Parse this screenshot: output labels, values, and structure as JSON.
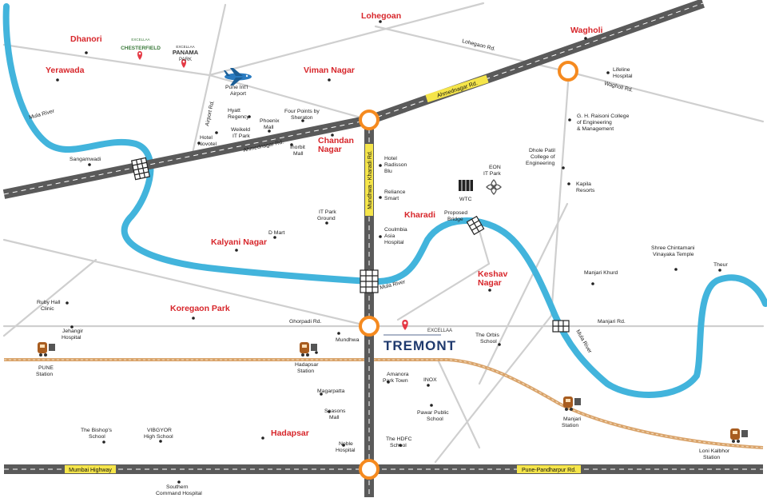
{
  "colors": {
    "river": "#42b4dc",
    "road": "#d0d0d0",
    "highway": "#555555",
    "junction": "#f58a1f",
    "highlight": "#f5e54a",
    "rail": "#d9a36a",
    "area": "#d7262b",
    "pin": "#e53945",
    "brand": "#1f3a6e"
  },
  "areas": {
    "lohegoan": "Lohegoan",
    "wagholi": "Wagholi",
    "dhanori": "Dhanori",
    "yerawada": "Yerawada",
    "viman_nagar": "Viman Nagar",
    "chandan_nagar": [
      "Chandan",
      "Nagar"
    ],
    "kharadi": "Kharadi",
    "kalyani_nagar": "Kalyani Nagar",
    "keshav_nagar": [
      "Keshav",
      "Nagar"
    ],
    "koregaon_park": "Koregaon Park",
    "hadapsar": "Hadapsar"
  },
  "places": {
    "lifeline": [
      "Lifeline",
      "Hospital"
    ],
    "airport": [
      "Pune Int'l",
      "Airport"
    ],
    "hyatt": [
      "Hyatt",
      "Regency"
    ],
    "four_points": [
      "Four Points by",
      "Sheraton"
    ],
    "phoenix": [
      "Phoenix",
      "Mall"
    ],
    "weikfield": [
      "Weikeld",
      "IT Park"
    ],
    "novotel": [
      "Hotel",
      "Novotel"
    ],
    "inorbit": [
      "Inorbit",
      "Mall"
    ],
    "raisoni": [
      "G. H. Raisoni College",
      "of Engineering",
      "& Management"
    ],
    "sangamwadi": "Sangamwadi",
    "radisson": [
      "Hotel",
      "Radisson",
      "Blu"
    ],
    "dhole_patil": [
      "Dhole Patil",
      "College of",
      "Engineering"
    ],
    "eon": [
      "EON",
      "IT Park"
    ],
    "wtc": "WTC",
    "kapila": [
      "Kapila",
      "Resorts"
    ],
    "reliance": [
      "Reliance",
      "Smart"
    ],
    "it_park_ground": [
      "IT Park",
      "Ground"
    ],
    "proposed_bridge": [
      "Proposed",
      "Bridge"
    ],
    "dmart": "D Mart",
    "coulmbia": [
      "Coulmbia",
      "Asia",
      "Hospital"
    ],
    "chintamani": [
      "Shree Chintamani",
      "Vinayaka Temple"
    ],
    "theur": "Theur",
    "manjari_khurd": "Manjari Khurd",
    "ruby_hall": [
      "Ruby Hall",
      "Clinic"
    ],
    "jehangir": [
      "Jehangir",
      "Hospital"
    ],
    "mundhwa": "Mundhwa",
    "orbis": [
      "The Orbis",
      "School"
    ],
    "pune_station": [
      "PUNE",
      "Station"
    ],
    "hadapsar_station": [
      "Hadapsar",
      "Station"
    ],
    "amanora": [
      "Amanora",
      "Park Town"
    ],
    "inox": "INOX",
    "magarpatta": "Magarpatta",
    "seasons": [
      "Seasons",
      "Mall"
    ],
    "pawar": [
      "Pawar Public",
      "School"
    ],
    "manjari_station": [
      "Manjari",
      "Station"
    ],
    "bishops": [
      "The Bishop's",
      "School"
    ],
    "vibgyor": [
      "VIBGYOR",
      "High School"
    ],
    "noble": [
      "Noble",
      "Hospital"
    ],
    "hdfc": [
      "The HDFC",
      "School"
    ],
    "loni": [
      "Loni Kalbhor",
      "Station"
    ],
    "southern": [
      "Southern",
      "Command Hospital"
    ]
  },
  "roads": {
    "lohegaon_rd": "Lohegaon Rd.",
    "wagholi_rd": "Wagholi Rd.",
    "airport_rd": "Airport Rd.",
    "ahmednagar_rd_hl": "Ahmednagar Rd.",
    "ahmednagar_rd": "Ahmednagar Rd.",
    "mula_river_1": "Mula River",
    "mula_river_2": "Mula River",
    "mula_river_3": "Mula River",
    "mundhwa_kharadi_rd": "Mundhwa - Kharadi Rd.",
    "ghorpadi_rd": "Ghorpadi Rd.",
    "manjari_rd": "Manjari Rd.",
    "mumbai_highway": "Mumbai Highway",
    "pune_pandharpur_rd": "Pune-Pandharpur Rd."
  },
  "brands": {
    "chesterfield_top": "EXCELLAA",
    "chesterfield": "CHESTERFIELD",
    "panama_top": "EXCELLAA",
    "panama": "PANAMA",
    "panama_sub": "PARK",
    "tremont_top": "EXCELLAA",
    "tremont": "TREMONT"
  }
}
